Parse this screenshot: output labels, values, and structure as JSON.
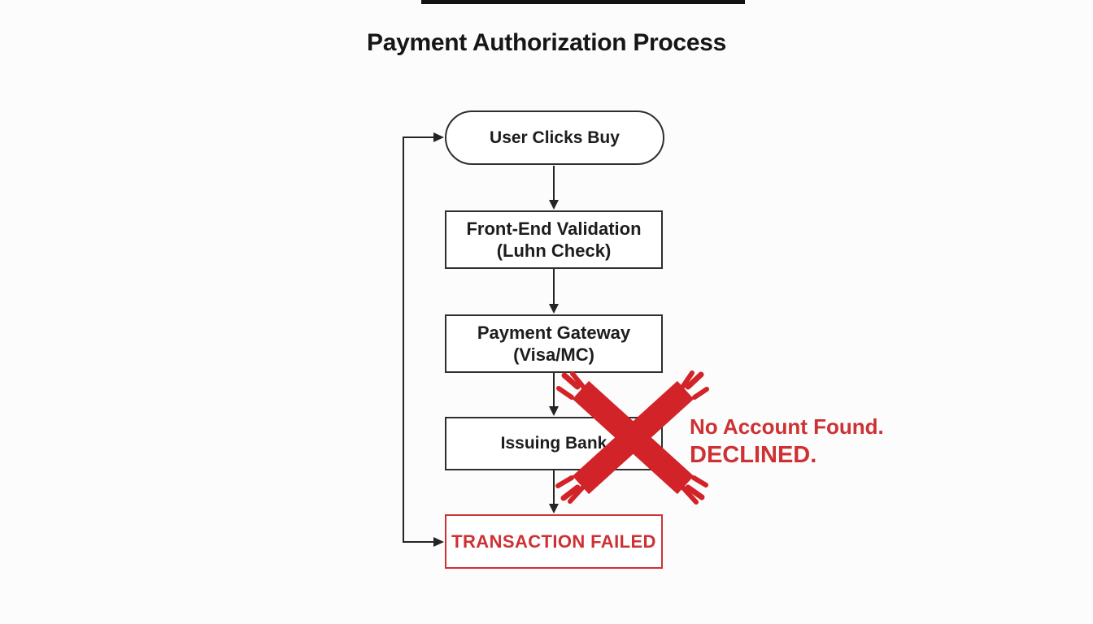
{
  "title": "Payment Authorization Process",
  "colors": {
    "background": "#fcfcfc",
    "ink": "#242424",
    "node_border": "#2e2e2e",
    "accent_red": "#cd3134",
    "brush_red": "#d22328",
    "top_bar": "#121212"
  },
  "flowchart": {
    "nodes": {
      "start": {
        "label": "User Clicks Buy"
      },
      "validation": {
        "line1": "Front-End Validation",
        "line2": "(Luhn Check)"
      },
      "gateway": {
        "line1": "Payment Gateway",
        "line2": "(Visa/MC)"
      },
      "bank": {
        "label": "Issuing Bank"
      },
      "failed": {
        "label": "TRANSACTION FAILED"
      }
    }
  },
  "annotation": {
    "line1": "No Account Found.",
    "line2": "DECLINED."
  }
}
